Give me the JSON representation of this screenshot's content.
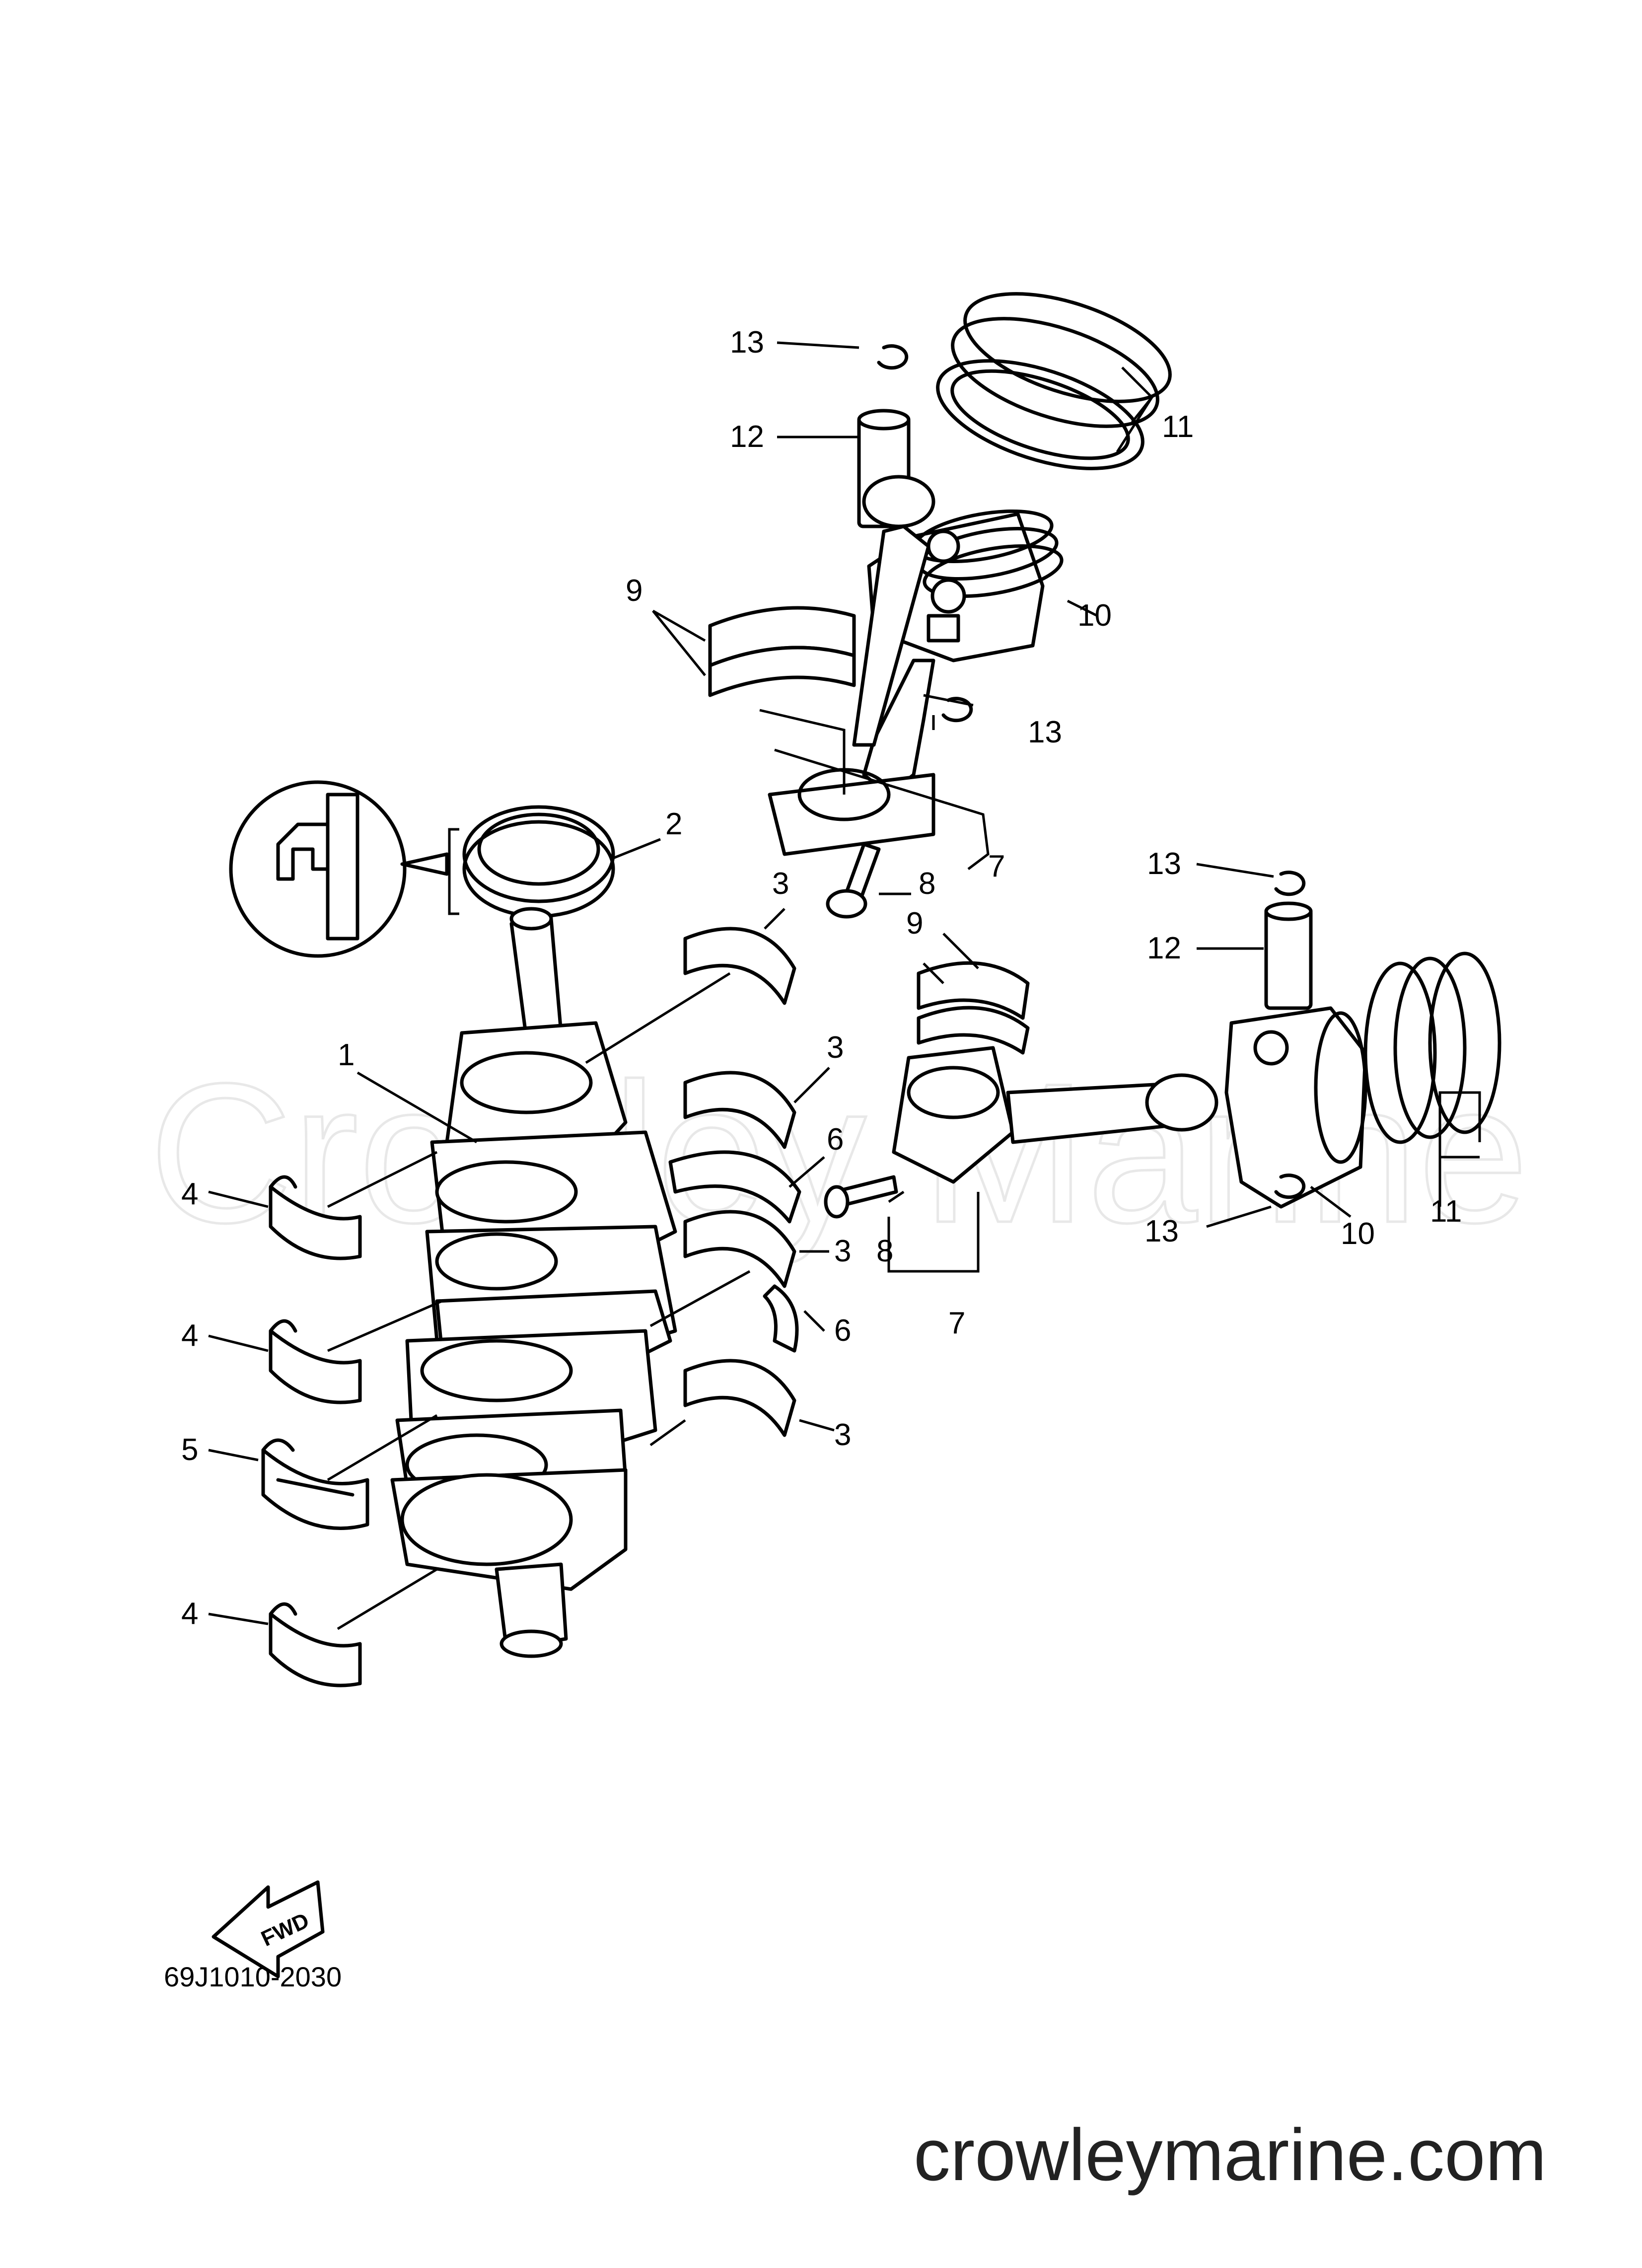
{
  "diagram": {
    "watermark": "Crowley Marine",
    "drawing_code": "69J1010-2030",
    "website": "crowleymarine.com",
    "fwd_label": "FWD",
    "callouts": [
      {
        "id": "c13a",
        "label": "13"
      },
      {
        "id": "c12a",
        "label": "12"
      },
      {
        "id": "c11a",
        "label": "11"
      },
      {
        "id": "c10a",
        "label": "10"
      },
      {
        "id": "c9a",
        "label": "9"
      },
      {
        "id": "c13b",
        "label": "13"
      },
      {
        "id": "c2",
        "label": "2"
      },
      {
        "id": "c7a",
        "label": "7"
      },
      {
        "id": "c8a",
        "label": "8"
      },
      {
        "id": "c3a",
        "label": "3"
      },
      {
        "id": "c13c",
        "label": "13"
      },
      {
        "id": "c12b",
        "label": "12"
      },
      {
        "id": "c9b",
        "label": "9"
      },
      {
        "id": "c1",
        "label": "1"
      },
      {
        "id": "c3b",
        "label": "3"
      },
      {
        "id": "c6a",
        "label": "6"
      },
      {
        "id": "c4a",
        "label": "4"
      },
      {
        "id": "c8b",
        "label": "8"
      },
      {
        "id": "c3c",
        "label": "3"
      },
      {
        "id": "c6b",
        "label": "6"
      },
      {
        "id": "c7b",
        "label": "7"
      },
      {
        "id": "c13d",
        "label": "13"
      },
      {
        "id": "c10b",
        "label": "10"
      },
      {
        "id": "c11b",
        "label": "11"
      },
      {
        "id": "c4b",
        "label": "4"
      },
      {
        "id": "c3d",
        "label": "3"
      },
      {
        "id": "c5",
        "label": "5"
      },
      {
        "id": "c4c",
        "label": "4"
      }
    ]
  }
}
